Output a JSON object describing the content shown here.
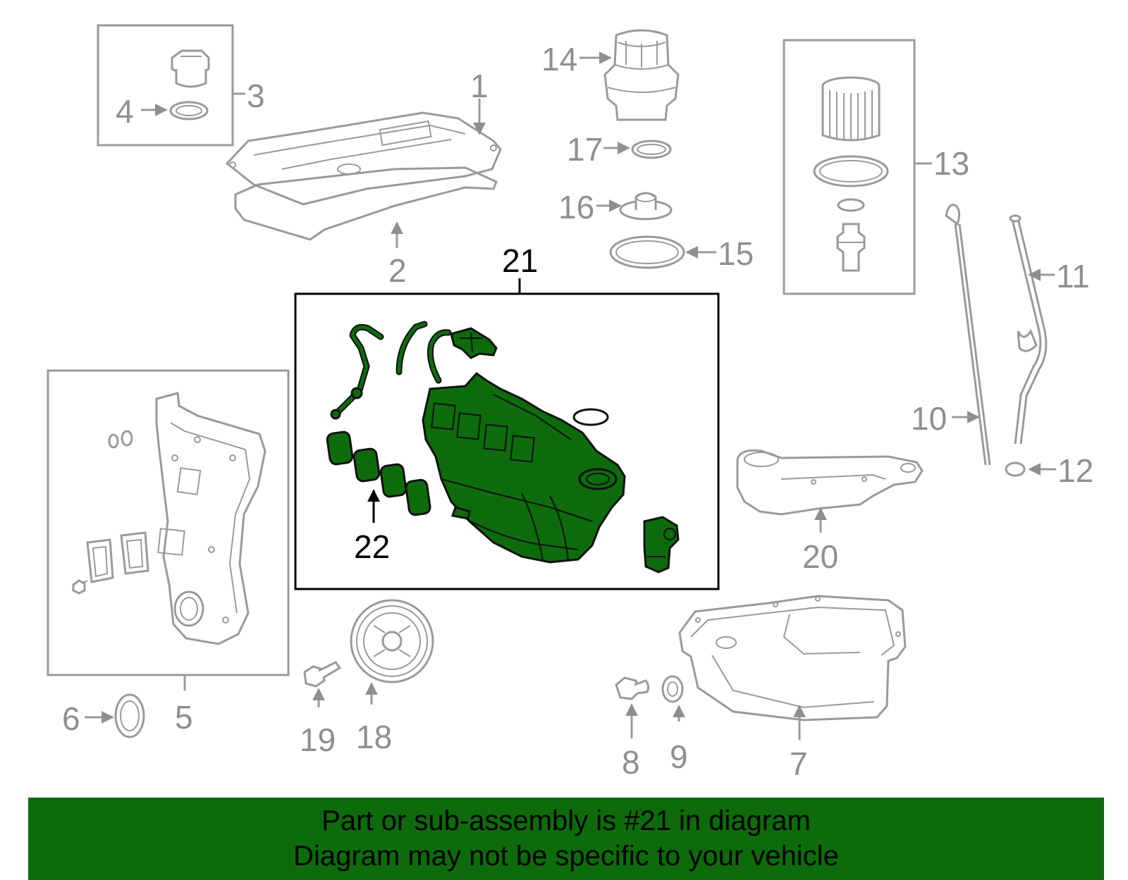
{
  "callouts": {
    "c1": "1",
    "c2": "2",
    "c3": "3",
    "c4": "4",
    "c5": "5",
    "c6": "6",
    "c7": "7",
    "c8": "8",
    "c9": "9",
    "c10": "10",
    "c11": "11",
    "c12": "12",
    "c13": "13",
    "c14": "14",
    "c15": "15",
    "c16": "16",
    "c17": "17",
    "c18": "18",
    "c19": "19",
    "c20": "20",
    "c21": "21",
    "c22": "22"
  },
  "banner": {
    "line1": "Part or sub-assembly is #21 in diagram",
    "line2": "Diagram may not be specific to your vehicle"
  },
  "colors": {
    "highlight": "#0d6b0c",
    "outline_gray": "#9a9a9a",
    "label_gray": "#8f8f8f"
  }
}
